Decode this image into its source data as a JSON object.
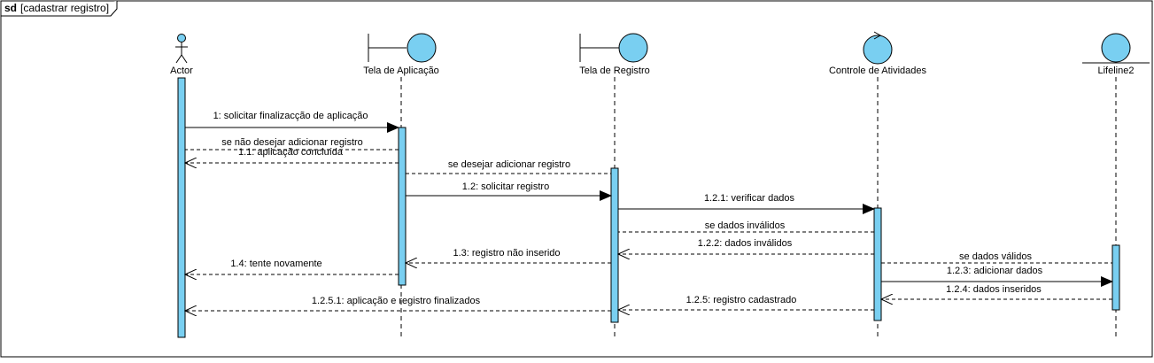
{
  "frame": {
    "keyword": "sd",
    "name": "[cadastrar registro]"
  },
  "colors": {
    "lifeline_fill": "#79CFF1",
    "activation_fill": "#79CFF1",
    "line": "#000000"
  },
  "lifelines": [
    {
      "id": "actor",
      "label": "Actor",
      "kind": "actor",
      "icon": "actor-icon"
    },
    {
      "id": "tela_aplicacao",
      "label": "Tela de Aplicação",
      "kind": "boundary",
      "icon": "boundary-icon"
    },
    {
      "id": "tela_registro",
      "label": "Tela de Registro",
      "kind": "boundary",
      "icon": "boundary-icon"
    },
    {
      "id": "controle",
      "label": "Controle de Atividades",
      "kind": "control",
      "icon": "control-icon"
    },
    {
      "id": "lifeline2",
      "label": "Lifeline2",
      "kind": "entity",
      "icon": "entity-icon"
    }
  ],
  "messages": [
    {
      "id": "m1",
      "label": "1: solicitar finalizacção de aplicação",
      "from": "actor",
      "to": "tela_aplicacao",
      "style": "sync"
    },
    {
      "id": "m_guard1",
      "label": "se não desejar adicionar registro",
      "from": "tela_aplicacao",
      "to": "actor",
      "style": "return",
      "arrow": false
    },
    {
      "id": "m1_1",
      "label": "1.1: aplicação concluída",
      "from": "tela_aplicacao",
      "to": "actor",
      "style": "return"
    },
    {
      "id": "m_guard2",
      "label": "se desejar adicionar registro",
      "from": "tela_aplicacao",
      "to": "tela_registro",
      "style": "return",
      "arrow": false
    },
    {
      "id": "m1_2",
      "label": "1.2: solicitar registro",
      "from": "tela_aplicacao",
      "to": "tela_registro",
      "style": "sync"
    },
    {
      "id": "m1_2_1",
      "label": "1.2.1: verificar dados",
      "from": "tela_registro",
      "to": "controle",
      "style": "sync"
    },
    {
      "id": "m_guard3",
      "label": "se dados inválidos",
      "from": "controle",
      "to": "tela_registro",
      "style": "return",
      "arrow": false
    },
    {
      "id": "m1_2_2",
      "label": "1.2.2: dados inválidos",
      "from": "controle",
      "to": "tela_registro",
      "style": "return"
    },
    {
      "id": "m1_3",
      "label": "1.3: registro não inserido",
      "from": "tela_registro",
      "to": "tela_aplicacao",
      "style": "return"
    },
    {
      "id": "m_guard4",
      "label": "se dados válidos",
      "from": "controle",
      "to": "lifeline2",
      "style": "return",
      "arrow": false
    },
    {
      "id": "m1_4",
      "label": "1.4: tente novamente",
      "from": "tela_aplicacao",
      "to": "actor",
      "style": "return"
    },
    {
      "id": "m1_2_3",
      "label": "1.2.3: adicionar dados",
      "from": "controle",
      "to": "lifeline2",
      "style": "sync"
    },
    {
      "id": "m1_2_4",
      "label": "1.2.4: dados inseridos",
      "from": "lifeline2",
      "to": "controle",
      "style": "return"
    },
    {
      "id": "m1_2_5_1",
      "label": "1.2.5.1:  aplicação e registro finalizados",
      "from": "tela_registro",
      "to": "actor",
      "style": "return"
    },
    {
      "id": "m1_2_5",
      "label": "1.2.5: registro cadastrado",
      "from": "controle",
      "to": "tela_registro",
      "style": "return"
    }
  ]
}
